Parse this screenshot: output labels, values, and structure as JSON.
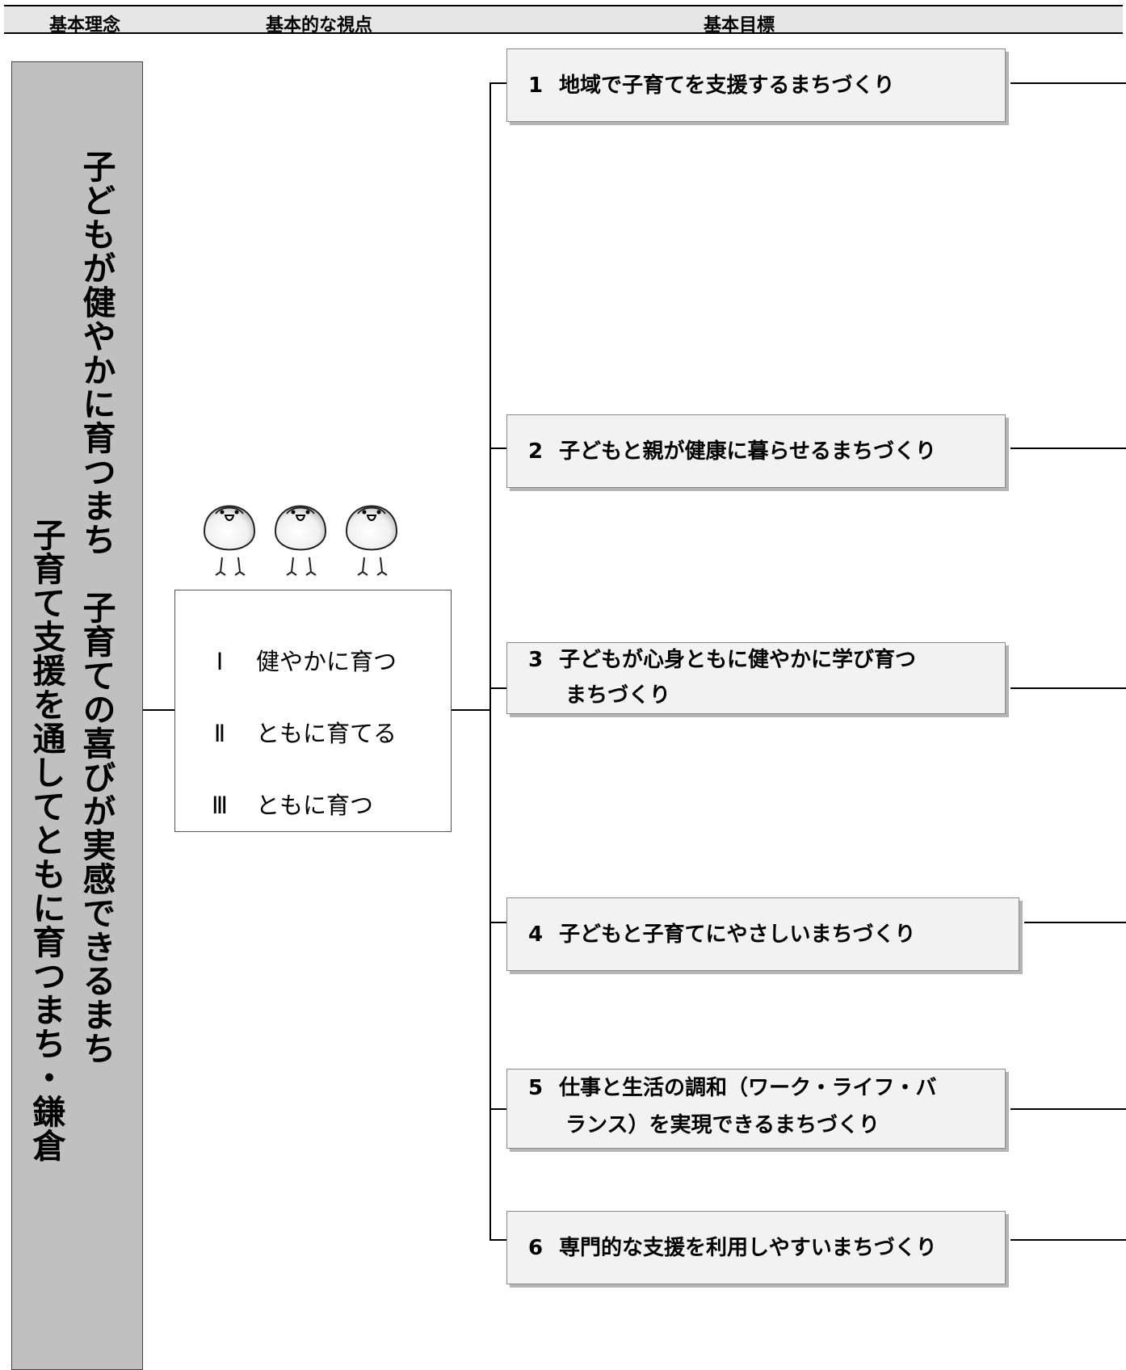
{
  "header": {
    "philosophy": "基本理念",
    "viewpoints": "基本的な視点",
    "goals": "基本目標"
  },
  "philosophy": {
    "line1": "子どもが健やかに育つまち　子育ての喜びが実感できるまち",
    "line2": "子育て支援を通してともに育つまち・鎌倉"
  },
  "viewpoints": [
    {
      "num": "Ⅰ",
      "label": "健やかに育つ"
    },
    {
      "num": "Ⅱ",
      "label": "ともに育てる"
    },
    {
      "num": "Ⅲ",
      "label": "ともに育つ"
    }
  ],
  "goals": [
    {
      "num": "1",
      "line1": "地域で子育てを支援するまちづくり",
      "line2": ""
    },
    {
      "num": "2",
      "line1": "子どもと親が健康に暮らせるまちづくり",
      "line2": ""
    },
    {
      "num": "3",
      "line1": "子どもが心身ともに健やかに学び育つ",
      "line2": "まちづくり"
    },
    {
      "num": "4",
      "line1": "子どもと子育てにやさしいまちづくり",
      "line2": ""
    },
    {
      "num": "5",
      "line1": "仕事と生活の調和（ワーク・ライフ・バ",
      "line2": "ランス）を実現できるまちづくり"
    },
    {
      "num": "6",
      "line1": "専門的な支援を利用しやすいまちづくり",
      "line2": ""
    }
  ],
  "icons": {
    "mascot": "chick-bird-icon"
  },
  "colors": {
    "header_band": "#e6e6e6",
    "philosophy_panel": "#c0c0c0",
    "goal_box": "#f2f2f2"
  }
}
